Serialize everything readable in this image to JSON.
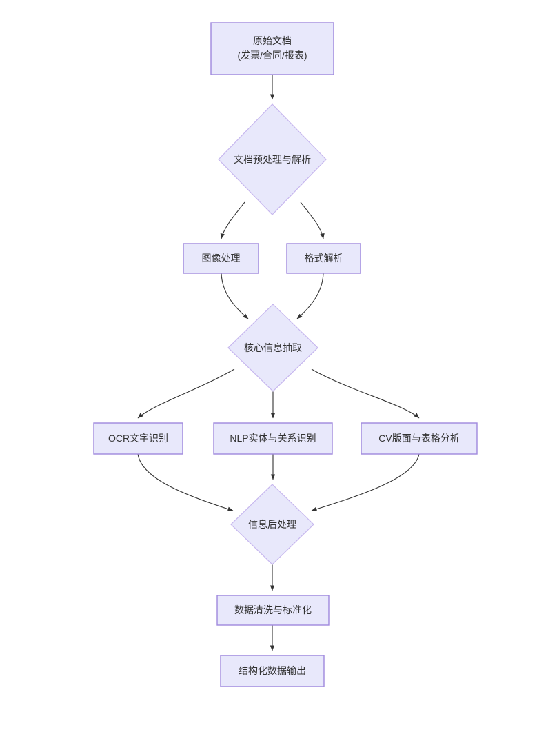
{
  "diagram": {
    "type": "flowchart",
    "direction": "top-to-bottom",
    "title_text": "",
    "theme": {
      "node_fill": "#e8e8fb",
      "node_border": "#9f88dd",
      "diamond_border": "#c6b6ee",
      "edge_color": "#333333",
      "text_color": "#333333",
      "background": "#ffffff"
    },
    "nodes": [
      {
        "id": "n1",
        "shape": "rectangle",
        "label": "原始文档",
        "label_line2": "(发票/合同/报表)"
      },
      {
        "id": "n2",
        "shape": "diamond",
        "label": "文档预处理与解析"
      },
      {
        "id": "n3",
        "shape": "rectangle",
        "label": "图像处理"
      },
      {
        "id": "n4",
        "shape": "rectangle",
        "label": "格式解析"
      },
      {
        "id": "n5",
        "shape": "diamond",
        "label": "核心信息抽取"
      },
      {
        "id": "n6",
        "shape": "rectangle",
        "label": "OCR文字识别"
      },
      {
        "id": "n7",
        "shape": "rectangle",
        "label": "NLP实体与关系识别"
      },
      {
        "id": "n8",
        "shape": "rectangle",
        "label": "CV版面与表格分析"
      },
      {
        "id": "n9",
        "shape": "diamond",
        "label": "信息后处理"
      },
      {
        "id": "n10",
        "shape": "rectangle",
        "label": "数据清洗与标准化"
      },
      {
        "id": "n11",
        "shape": "rectangle",
        "label": "结构化数据输出"
      }
    ],
    "edges": [
      {
        "from": "n1",
        "to": "n2",
        "label": ""
      },
      {
        "from": "n2",
        "to": "n3",
        "label": ""
      },
      {
        "from": "n2",
        "to": "n4",
        "label": ""
      },
      {
        "from": "n3",
        "to": "n5",
        "label": ""
      },
      {
        "from": "n4",
        "to": "n5",
        "label": ""
      },
      {
        "from": "n5",
        "to": "n6",
        "label": ""
      },
      {
        "from": "n5",
        "to": "n7",
        "label": ""
      },
      {
        "from": "n5",
        "to": "n8",
        "label": ""
      },
      {
        "from": "n6",
        "to": "n9",
        "label": ""
      },
      {
        "from": "n7",
        "to": "n9",
        "label": ""
      },
      {
        "from": "n8",
        "to": "n9",
        "label": ""
      },
      {
        "from": "n9",
        "to": "n10",
        "label": ""
      },
      {
        "from": "n10",
        "to": "n11",
        "label": ""
      }
    ]
  }
}
